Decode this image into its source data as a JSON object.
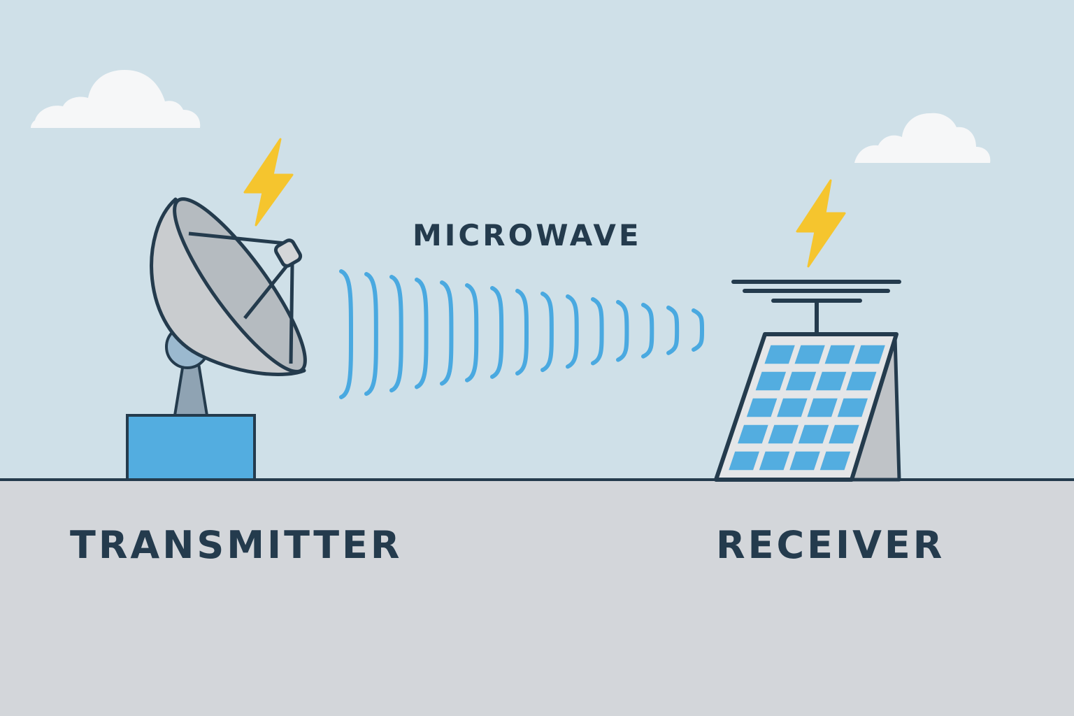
{
  "labels": {
    "microwave": "MICROWAVE",
    "transmitter": "TRANSMITTER",
    "receiver": "RECEIVER"
  },
  "colors": {
    "sky": "#cfe0e8",
    "ground": "#d3d6da",
    "outline": "#243b4d",
    "wave": "#4aa9e0",
    "bolt": "#f5c52e",
    "dish": "#c9cccf",
    "panel_cell": "#53ade0",
    "base_box": "#53ade0",
    "cloud": "#f6f7f8"
  },
  "waves": {
    "count": 15
  },
  "solar_panel": {
    "rows": 5,
    "cols": 4
  }
}
